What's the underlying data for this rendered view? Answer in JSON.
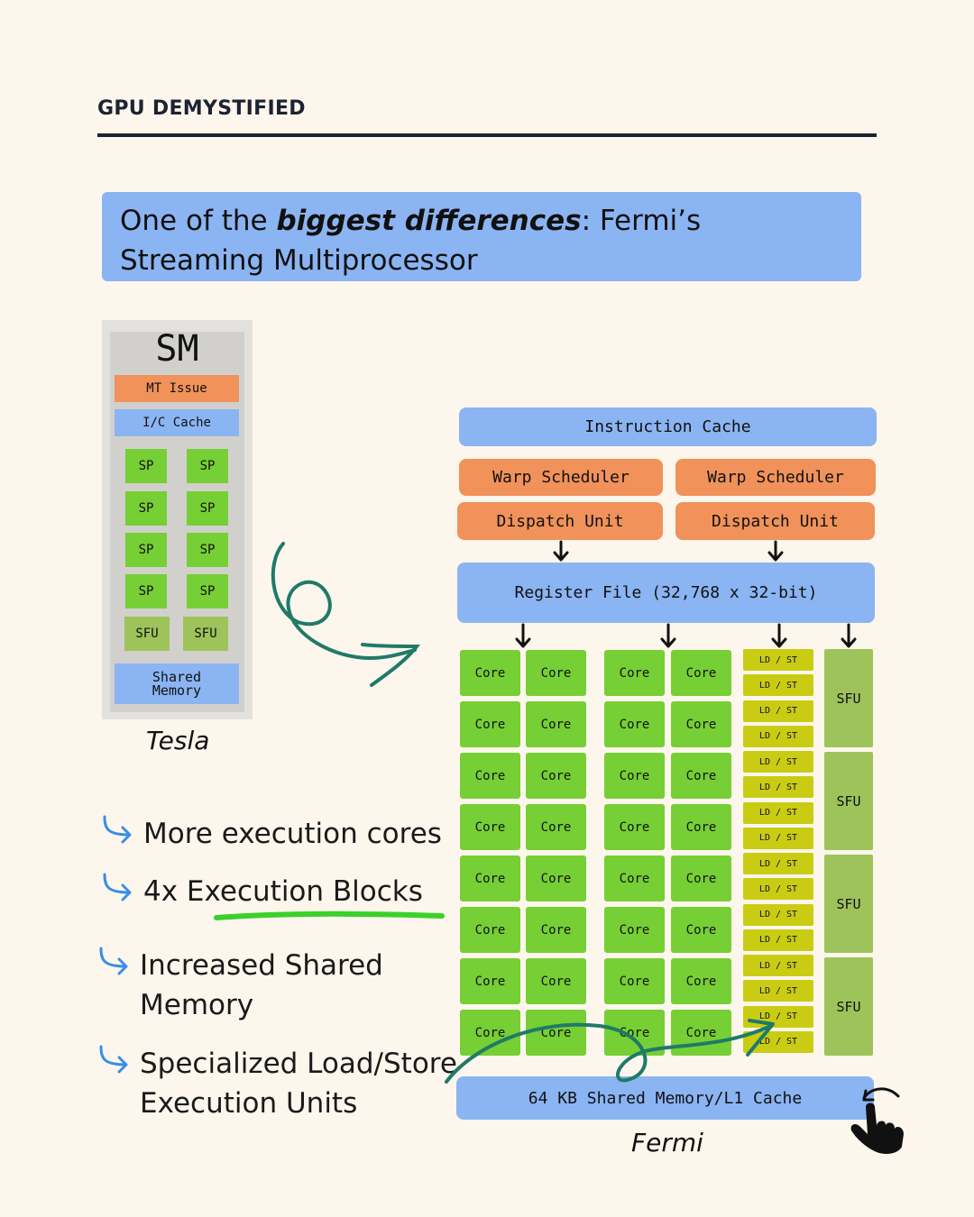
{
  "header": {
    "title": "GPU DEMYSTIFIED"
  },
  "headline": {
    "prefix": "One of the ",
    "emphasis": "biggest differences",
    "suffix": ": Fermi’s Streaming Multiprocessor"
  },
  "tesla": {
    "title": "SM",
    "mt_issue": "MT Issue",
    "ic_cache": "I/C Cache",
    "sp_label": "SP",
    "sfu_label": "SFU",
    "shared_memory_line1": "Shared",
    "shared_memory_line2": "Memory",
    "caption": "Tesla"
  },
  "bullets": [
    {
      "text": "More execution cores"
    },
    {
      "text": "4x Execution Blocks"
    },
    {
      "line1": "Increased Shared",
      "line2": "Memory"
    },
    {
      "line1": "Specialized Load/Store",
      "line2": "Execution Units"
    }
  ],
  "fermi": {
    "instruction_cache": "Instruction Cache",
    "warp_scheduler": "Warp Scheduler",
    "dispatch_unit": "Dispatch Unit",
    "register_file": "Register File (32,768 x 32-bit)",
    "core_label": "Core",
    "ldst_label": "LD / ST",
    "sfu_label": "SFU",
    "shared_memory": "64 KB Shared Memory/L1 Cache",
    "caption": "Fermi"
  },
  "colors": {
    "orange": "#f0925a",
    "blue": "#8bb4f2",
    "green": "#76cf34",
    "olive": "#9dc35a",
    "yellow": "#c9cc12",
    "teal_arrow": "#1f7a68",
    "highlight": "#3bd12b",
    "bullet_arrow": "#3a8ee6"
  },
  "icons": [
    "curly-arrow-icon",
    "hand-pointer-icon",
    "bullet-arrow-icon",
    "underline-highlight-icon"
  ]
}
